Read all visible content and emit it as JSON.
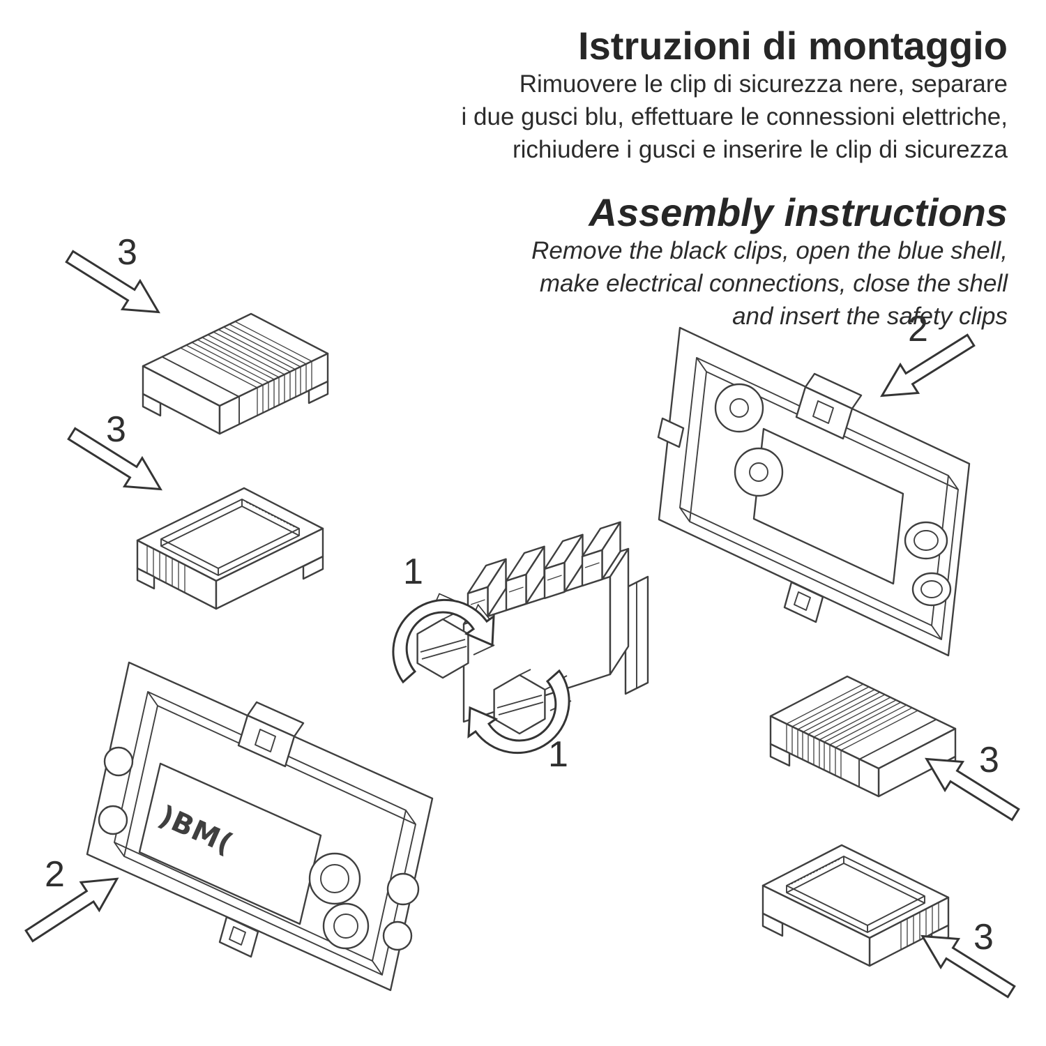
{
  "page": {
    "background": "#ffffff",
    "line_color": "#3f3f3f",
    "text_color": "#262626"
  },
  "header": {
    "title_it": "Istruzioni di montaggio",
    "body_it": [
      "Rimuovere le clip di sicurezza nere, separare",
      "i due gusci blu, effettuare le connessioni elettriche,",
      "richiudere i gusci e inserire le clip di sicurezza"
    ],
    "title_en": "Assembly instructions",
    "body_en": [
      "Remove the black clips, open the blue shell,",
      "make electrical connections, close the shell",
      "and insert the safety clips"
    ]
  },
  "callouts": [
    "3",
    "3",
    "2",
    "1",
    "1",
    "2",
    "3",
    "3"
  ],
  "figures": {
    "logo_text": ")BM(",
    "parts": [
      {
        "name": "safety-clip-ribbed-top-left",
        "step": "3"
      },
      {
        "name": "safety-clip-channel-left",
        "step": "3"
      },
      {
        "name": "terminal-block-with-screws",
        "step": "1"
      },
      {
        "name": "shell-half-right",
        "step": "2"
      },
      {
        "name": "shell-half-left-with-logo",
        "step": "2"
      },
      {
        "name": "safety-clip-ribbed-right",
        "step": "3"
      },
      {
        "name": "safety-clip-channel-right",
        "step": "3"
      }
    ],
    "icons": [
      "straight-arrow-icon",
      "rotation-arrow-icon"
    ]
  }
}
